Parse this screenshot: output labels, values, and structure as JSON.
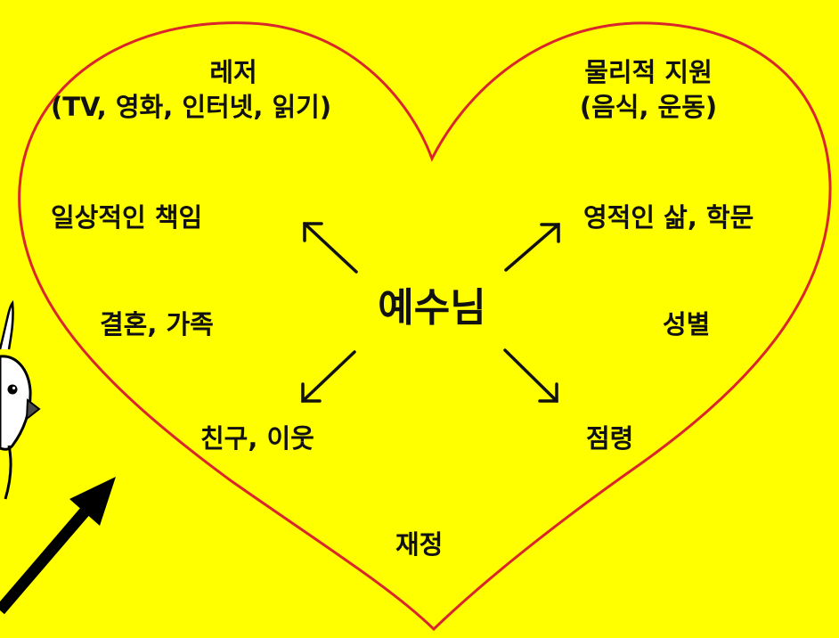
{
  "diagram": {
    "center": "예수님",
    "labels": {
      "leisure_title": "레저",
      "leisure_detail": "(TV, 영화, 인터넷, 읽기)",
      "physical_title": "물리적 지원",
      "physical_detail": "(음식, 운동)",
      "daily": "일상적인 책임",
      "spiritual": "영적인 삶, 학문",
      "marriage": "결혼, 가족",
      "sexuality": "성별",
      "friends": "친구, 이웃",
      "occupation": "점령",
      "finance": "재정"
    },
    "colors": {
      "background": "#ffff00",
      "heart_outline": "#d9262b",
      "arrow": "#111111",
      "text": "#111111"
    }
  }
}
